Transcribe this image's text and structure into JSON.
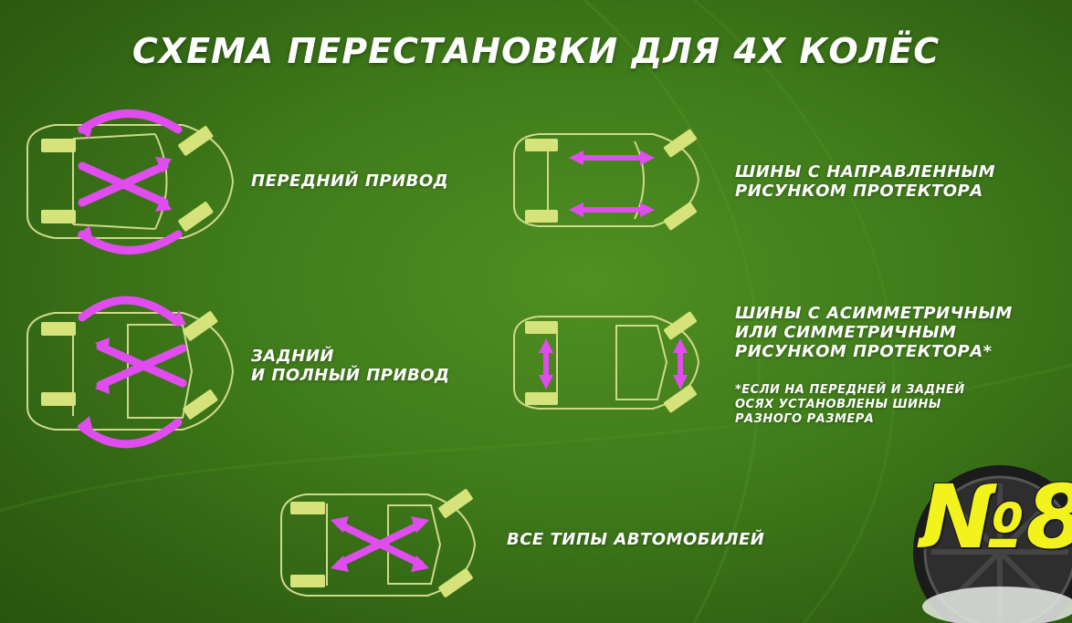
{
  "title": "СХЕМА ПЕРЕСТАНОВКИ ДЛЯ 4Х КОЛЁС",
  "schemes": [
    {
      "label_lines": [
        "ПЕРЕДНИЙ ПРИВОД"
      ],
      "icon": "front-wheel-drive-rotation-diagram"
    },
    {
      "label_lines": [
        "ШИНЫ С НАПРАВЛЕННЫМ",
        "РИСУНКОМ ПРОТЕКТОРА"
      ],
      "icon": "directional-tires-rotation-diagram"
    },
    {
      "label_lines": [
        "ЗАДНИЙ",
        "И ПОЛНЫЙ ПРИВОД"
      ],
      "icon": "rear-awd-rotation-diagram"
    },
    {
      "label_lines": [
        "ШИНЫ С АСИММЕТРИЧНЫМ",
        "ИЛИ СИММЕТРИЧНЫМ",
        "РИСУНКОМ ПРОТЕКТОРА*"
      ],
      "icon": "asymmetric-tires-rotation-diagram"
    },
    {
      "label_lines": [
        "ВСЕ ТИПЫ АВТОМОБИЛЕЙ"
      ],
      "icon": "all-vehicles-rotation-diagram"
    }
  ],
  "footnote_lines": [
    "*ЕСЛИ НА ПЕРЕДНЕЙ И ЗАДНЕЙ",
    "ОСЯХ УСТАНОВЛЕНЫ ШИНЫ",
    "РАЗНОГО РАЗМЕРА"
  ],
  "badge": {
    "text": "№8"
  },
  "colors": {
    "background": "#3f7a1a",
    "arrow": "#e04cf0",
    "wheel": "#d6e27a",
    "outline": "#cfd98a",
    "badge_text": "#f2f21c"
  }
}
